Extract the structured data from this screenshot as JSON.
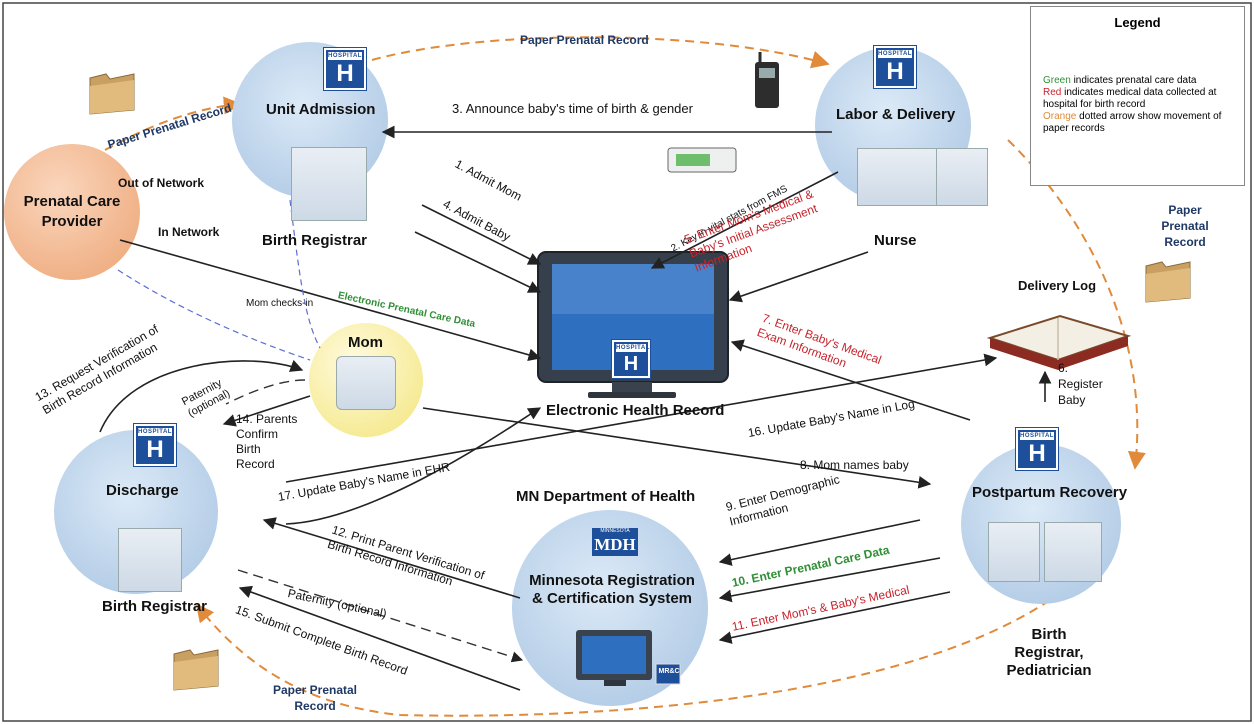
{
  "nodes": {
    "prenatal_provider": "Prenatal Care Provider",
    "unit_admission": "Unit Admission",
    "unit_admission_person": "Birth Registrar",
    "labor_delivery": "Labor & Delivery",
    "labor_delivery_person": "Nurse",
    "mom": "Mom",
    "ehr": "Electronic Health Record",
    "discharge": "Discharge",
    "discharge_person": "Birth Registrar",
    "mdh_header": "MN Department of Health",
    "mrcs": "Minnesota Registration & Certification System",
    "postpartum": "Postpartum Recovery",
    "postpartum_person": "Birth Registrar, Pediatrician",
    "delivery_log": "Delivery Log"
  },
  "icons": {
    "hospital_top": "HOSPITAL",
    "hospital_letter": "H",
    "mdh_logo": "MDH",
    "mdh_small": "MINNESOTA",
    "mrc_badge": "MR&C"
  },
  "edges": {
    "paper_top": "Paper Prenatal Record",
    "paper_left": "Paper Prenatal Record",
    "paper_right": "Paper Prenatal Record",
    "paper_bottom": "Paper Prenatal Record",
    "out_of_network": "Out of Network",
    "in_network": "In Network",
    "e1": "1. Admit Mom",
    "e2": "2. Key in vital stats from FMS",
    "e3": "3. Announce baby's time of birth & gender",
    "e4": "4. Admit Baby",
    "e5": "5. Enter Mom's Medical & Baby's Initial Assessment Information",
    "e6": "6. Register Baby",
    "e7": "7. Enter Baby's Medical Exam Information",
    "e8": "8. Mom names baby",
    "e9": "9. Enter Demographic Information",
    "e10": "10. Enter Prenatal Care Data",
    "e11": "11. Enter Mom's & Baby's Medical",
    "e12": "12. Print Parent Verification of Birth Record Information",
    "e13": "13. Request Verification of Birth Record Information",
    "e14": "14. Parents Confirm Birth Record",
    "e15": "15. Submit Complete Birth Record",
    "e16": "16. Update Baby's Name in Log",
    "e17": "17. Update Baby's Name in EHR",
    "epcd": "Electronic Prenatal Care Data",
    "mom_checks": "Mom checks-in",
    "paternity_top": "Paternity (optional)",
    "paternity_bottom": "Paternity (optional)"
  },
  "legend": {
    "title": "Legend",
    "green_word": "Green",
    "green_text": " indicates prenatal care data",
    "red_word": "Red",
    "red_text": " indicates medical data collected at hospital for birth record",
    "orange_word": "Orange",
    "orange_text": " dotted arrow show movement of paper records"
  },
  "colors": {
    "circle_fill": "#c7dbef",
    "provider_fill": "#f6c29f",
    "mom_fill": "#fbf3b2",
    "hospital_blue": "#1e4f9a",
    "red": "#c8232c",
    "green": "#2f8f35",
    "orange": "#e08a3a",
    "navy": "#1f3864"
  }
}
